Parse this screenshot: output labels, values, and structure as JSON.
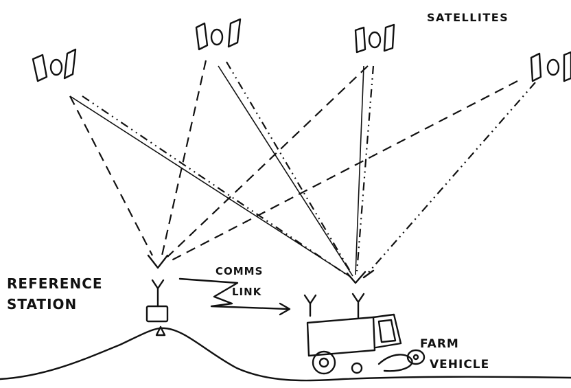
{
  "labels": {
    "satellites": "SATELLITES",
    "reference_station_line1": "REFERENCE",
    "reference_station_line2": "STATION",
    "comms_link_line1": "COMMS",
    "comms_link_line2": "LINK",
    "farm_vehicle_line1": "FARM",
    "farm_vehicle_line2": "VEHICLE"
  },
  "satellite_count": 4,
  "colors": {
    "ink": "#111111",
    "background": "#ffffff"
  }
}
